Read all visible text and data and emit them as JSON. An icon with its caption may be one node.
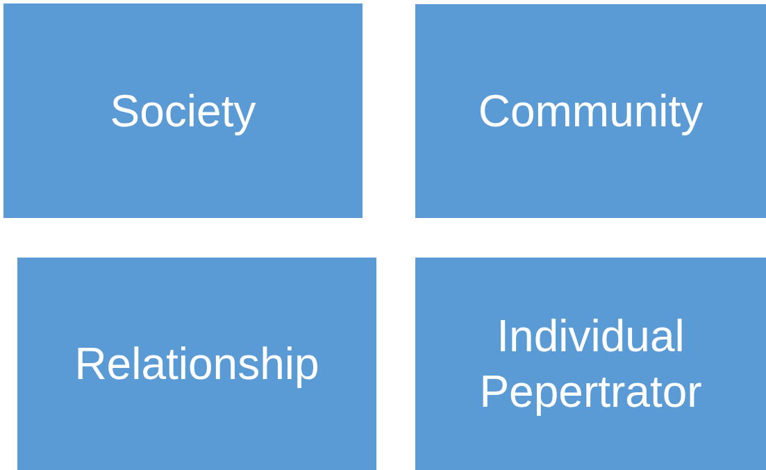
{
  "diagram": {
    "nodes": [
      {
        "text": [
          "Society"
        ]
      },
      {
        "text": [
          "Community"
        ]
      },
      {
        "text": [
          "Relationship"
        ]
      },
      {
        "text": [
          "Individual Pepertrator"
        ]
      }
    ]
  }
}
